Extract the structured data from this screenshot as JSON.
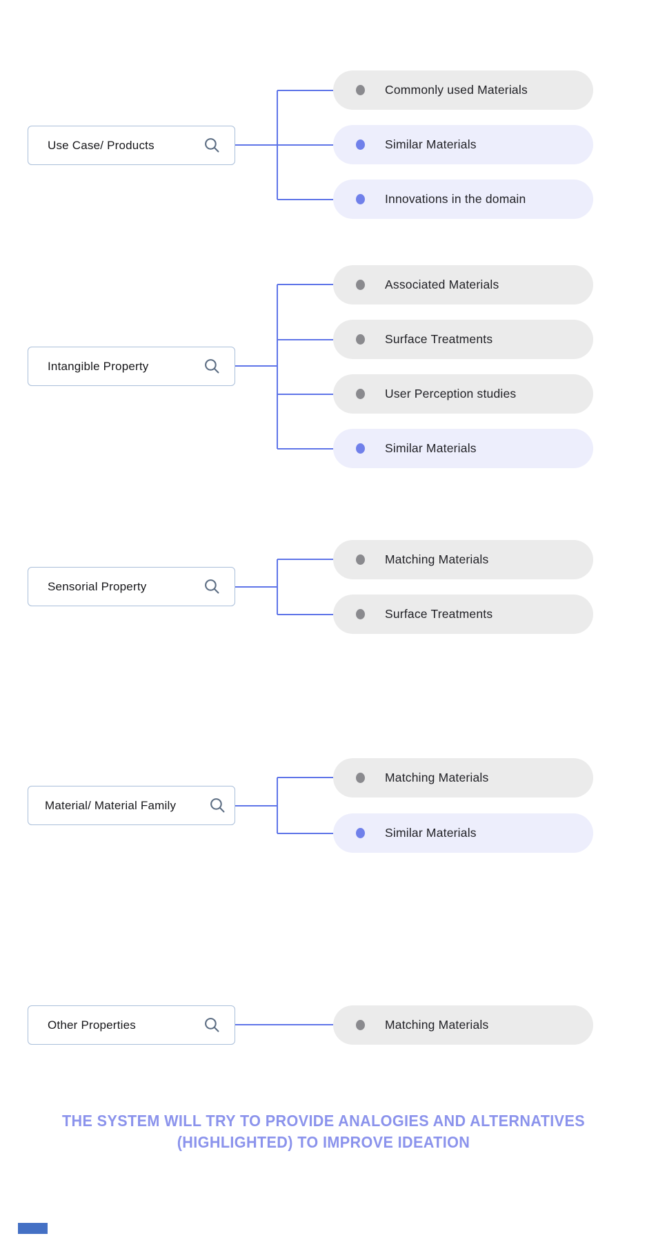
{
  "colors": {
    "connector_line": "#5e74e8",
    "pill_default_bg": "#ebebeb",
    "pill_highlight_bg": "#edeefc",
    "dot_default": "#8a8a8e",
    "dot_highlight": "#7080ea",
    "search_box_border": "#a9bed9",
    "caption_text": "#8b93ec",
    "accent_bar": "#4470c4"
  },
  "groups": [
    {
      "query": "Use Case/ Products",
      "icon": "magnifier",
      "results": [
        {
          "label": "Commonly used Materials",
          "highlighted": false
        },
        {
          "label": "Similar Materials",
          "highlighted": true
        },
        {
          "label": "Innovations in the domain",
          "highlighted": true
        }
      ]
    },
    {
      "query": "Intangible Property",
      "icon": "magnifier",
      "results": [
        {
          "label": "Associated Materials",
          "highlighted": false
        },
        {
          "label": "Surface Treatments",
          "highlighted": false
        },
        {
          "label": "User Perception studies",
          "highlighted": false
        },
        {
          "label": "Similar Materials",
          "highlighted": true
        }
      ]
    },
    {
      "query": "Sensorial Property",
      "icon": "magnifier",
      "results": [
        {
          "label": "Matching Materials",
          "highlighted": false
        },
        {
          "label": "Surface Treatments",
          "highlighted": false
        }
      ]
    },
    {
      "query": "Material/ Material Family",
      "icon": "magnifier",
      "results": [
        {
          "label": "Matching Materials",
          "highlighted": false
        },
        {
          "label": "Similar Materials",
          "highlighted": true
        }
      ]
    },
    {
      "query": "Other Properties",
      "icon": "magnifier",
      "results": [
        {
          "label": "Matching Materials",
          "highlighted": false
        }
      ]
    }
  ],
  "caption": {
    "line1": "THE SYSTEM WILL TRY TO PROVIDE ANALOGIES AND ALTERNATIVES",
    "line2": "(HIGHLIGHTED) TO IMPROVE IDEATION"
  }
}
